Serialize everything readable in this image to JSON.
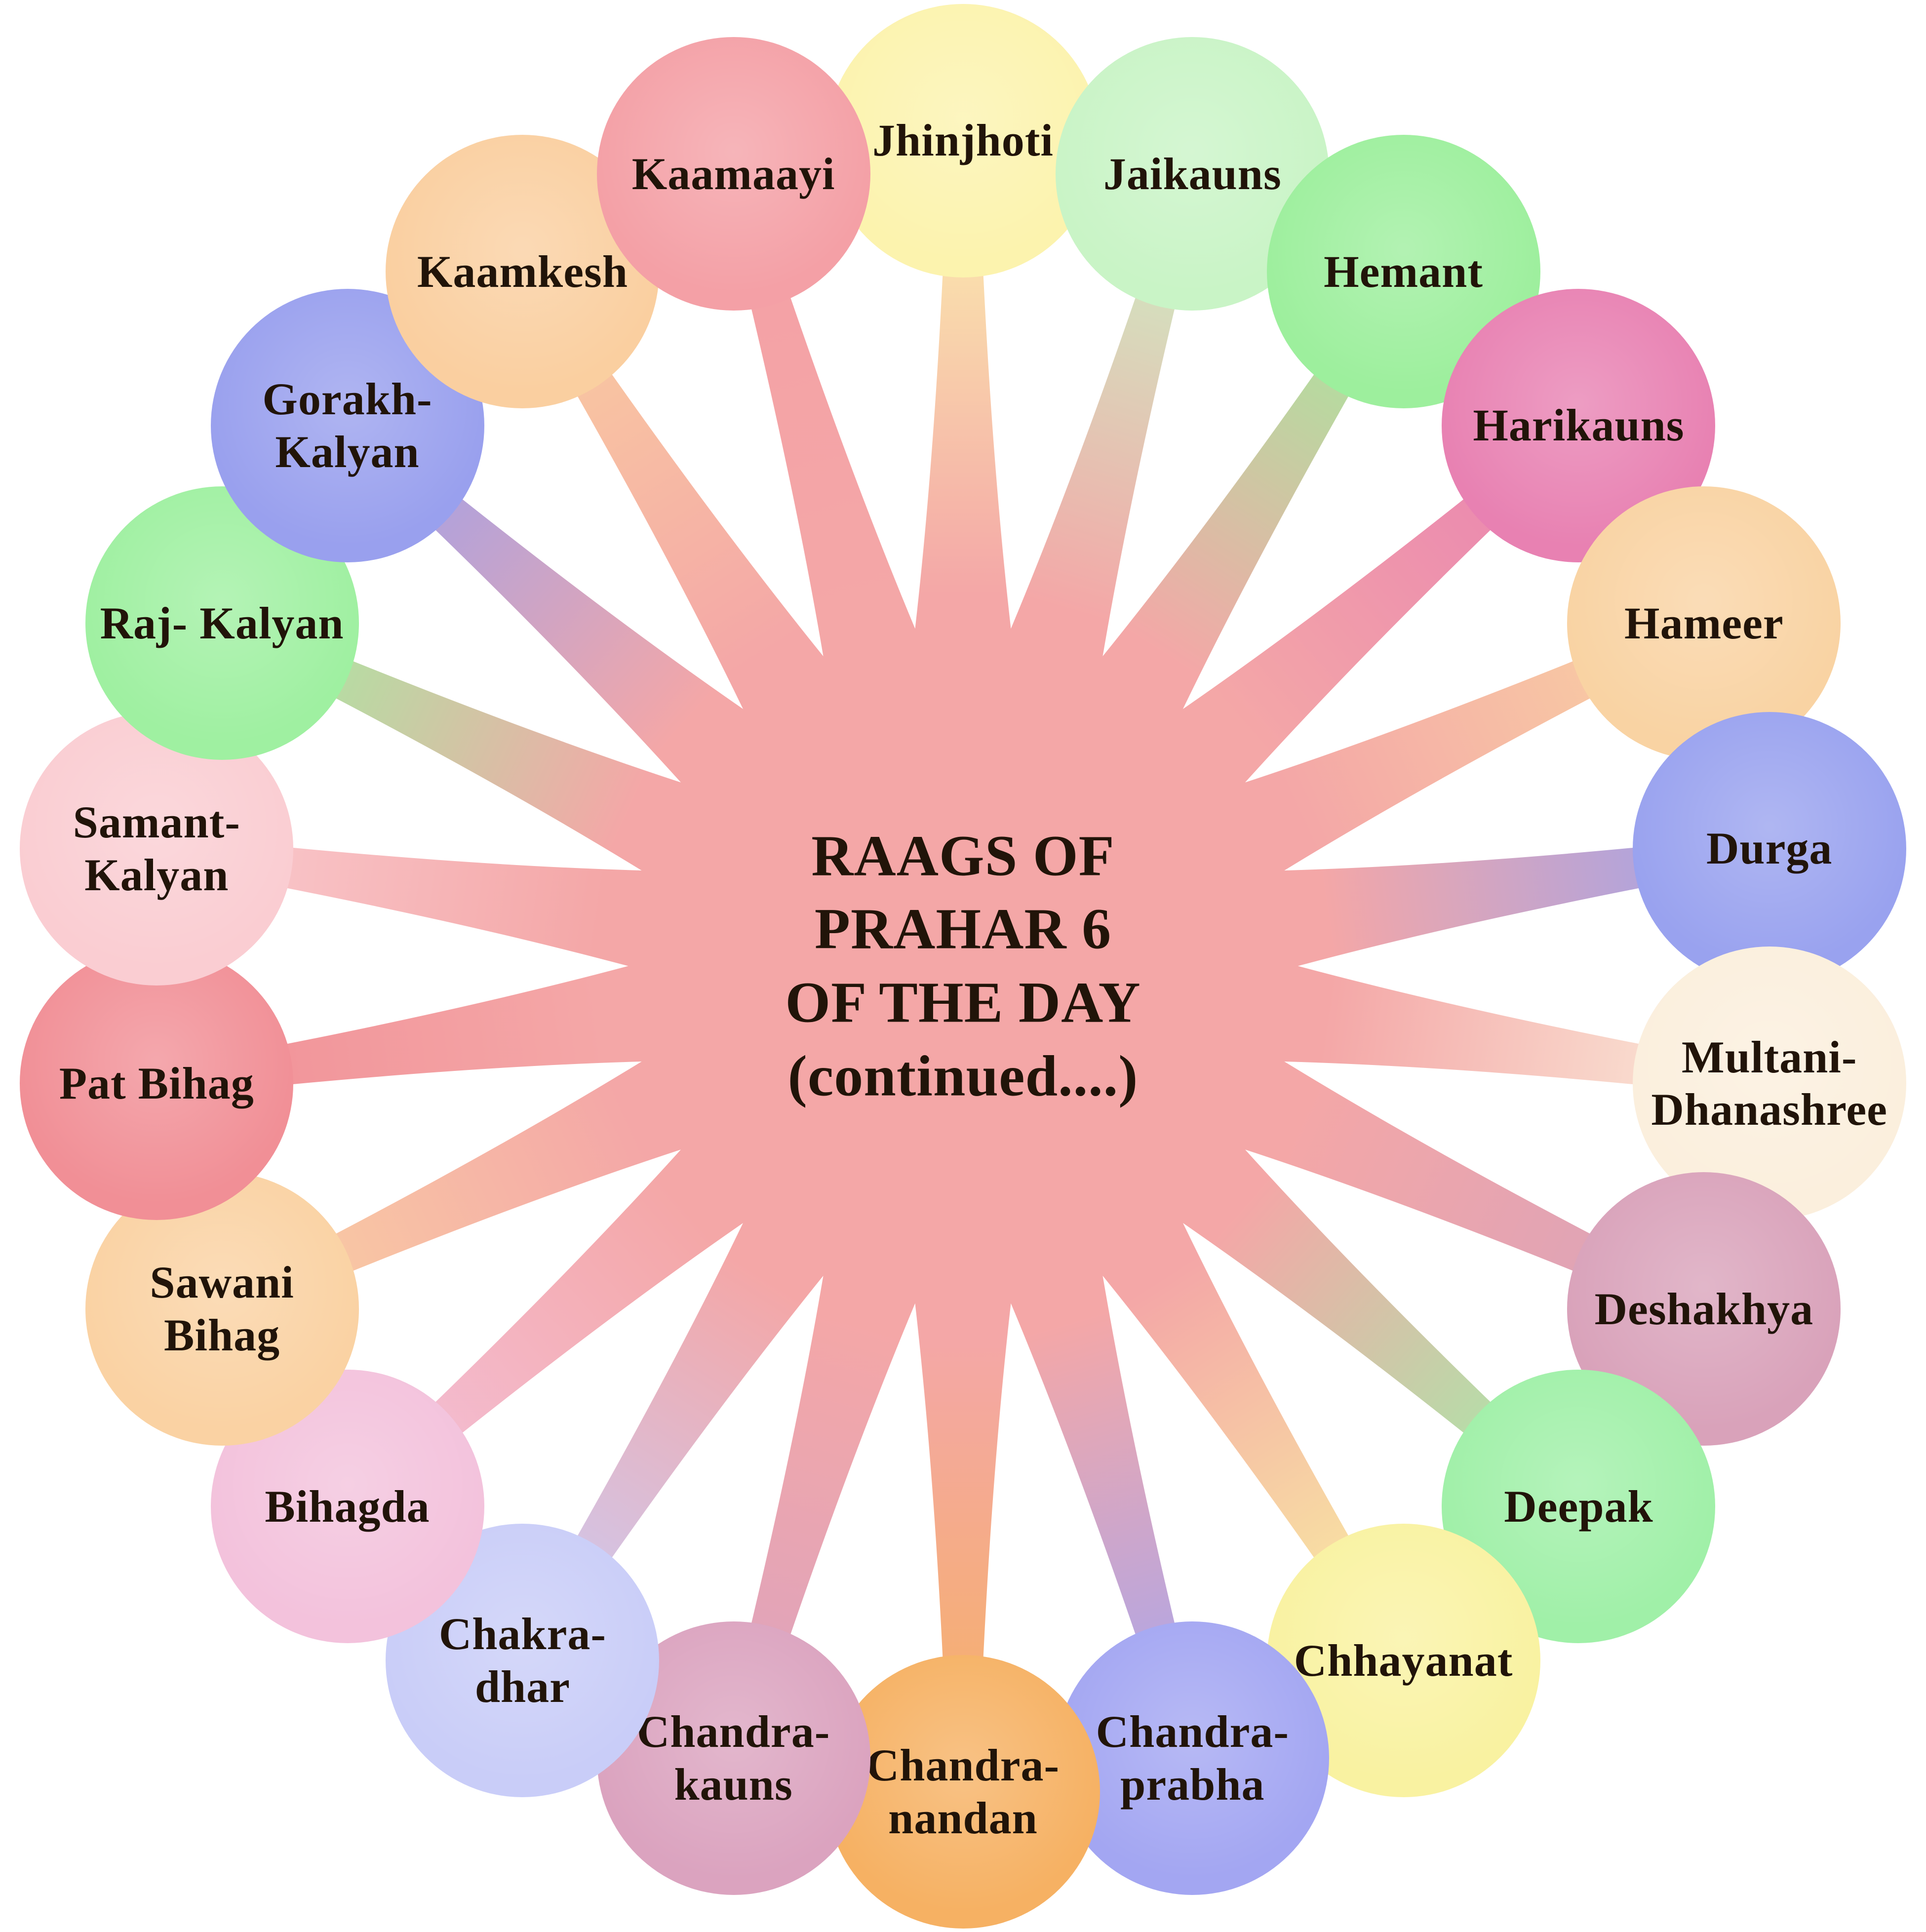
{
  "center": {
    "title": "RAAGS OF\nPRAHAR 6\nOF THE DAY\n(continued....)",
    "blob_color": "#F4A7A7",
    "text_color": "#211409"
  },
  "nodes": [
    {
      "label": "Jhinjhoti",
      "color": "#FCF3AE"
    },
    {
      "label": "Jaikauns",
      "color": "#C9F4C6"
    },
    {
      "label": "Hemant",
      "color": "#9DEF9D"
    },
    {
      "label": "Harikauns",
      "color": "#E881B2"
    },
    {
      "label": "Hameer",
      "color": "#F9D3A3"
    },
    {
      "label": "Durga",
      "color": "#99A2EF"
    },
    {
      "label": "Multani-\nDhanashree",
      "color": "#FBEFDD"
    },
    {
      "label": "Deshakhya",
      "color": "#D9A2BA"
    },
    {
      "label": "Deepak",
      "color": "#A0F0A8"
    },
    {
      "label": "Chhayanat",
      "color": "#F9F2A1"
    },
    {
      "label": "Chandra-\nprabha",
      "color": "#A3A6F2"
    },
    {
      "label": "Chandra-\nnandan",
      "color": "#F6B163"
    },
    {
      "label": "Chandra-\nkauns",
      "color": "#DBA3BF"
    },
    {
      "label": "Chakra- dhar",
      "color": "#C9CDF8"
    },
    {
      "label": "Bihagda",
      "color": "#F3C2DC"
    },
    {
      "label": "Sawani\nBihag",
      "color": "#FAD2A3"
    },
    {
      "label": "Pat Bihag",
      "color": "#F18F96"
    },
    {
      "label": "Samant-\nKalyan",
      "color": "#FACDD2"
    },
    {
      "label": "Raj- Kalyan",
      "color": "#9FF0A1"
    },
    {
      "label": "Gorakh-\nKalyan",
      "color": "#99A0EE"
    },
    {
      "label": "Kaamkesh",
      "color": "#FACFA0"
    },
    {
      "label": "Kaamaayi",
      "color": "#F4A0A6"
    }
  ]
}
